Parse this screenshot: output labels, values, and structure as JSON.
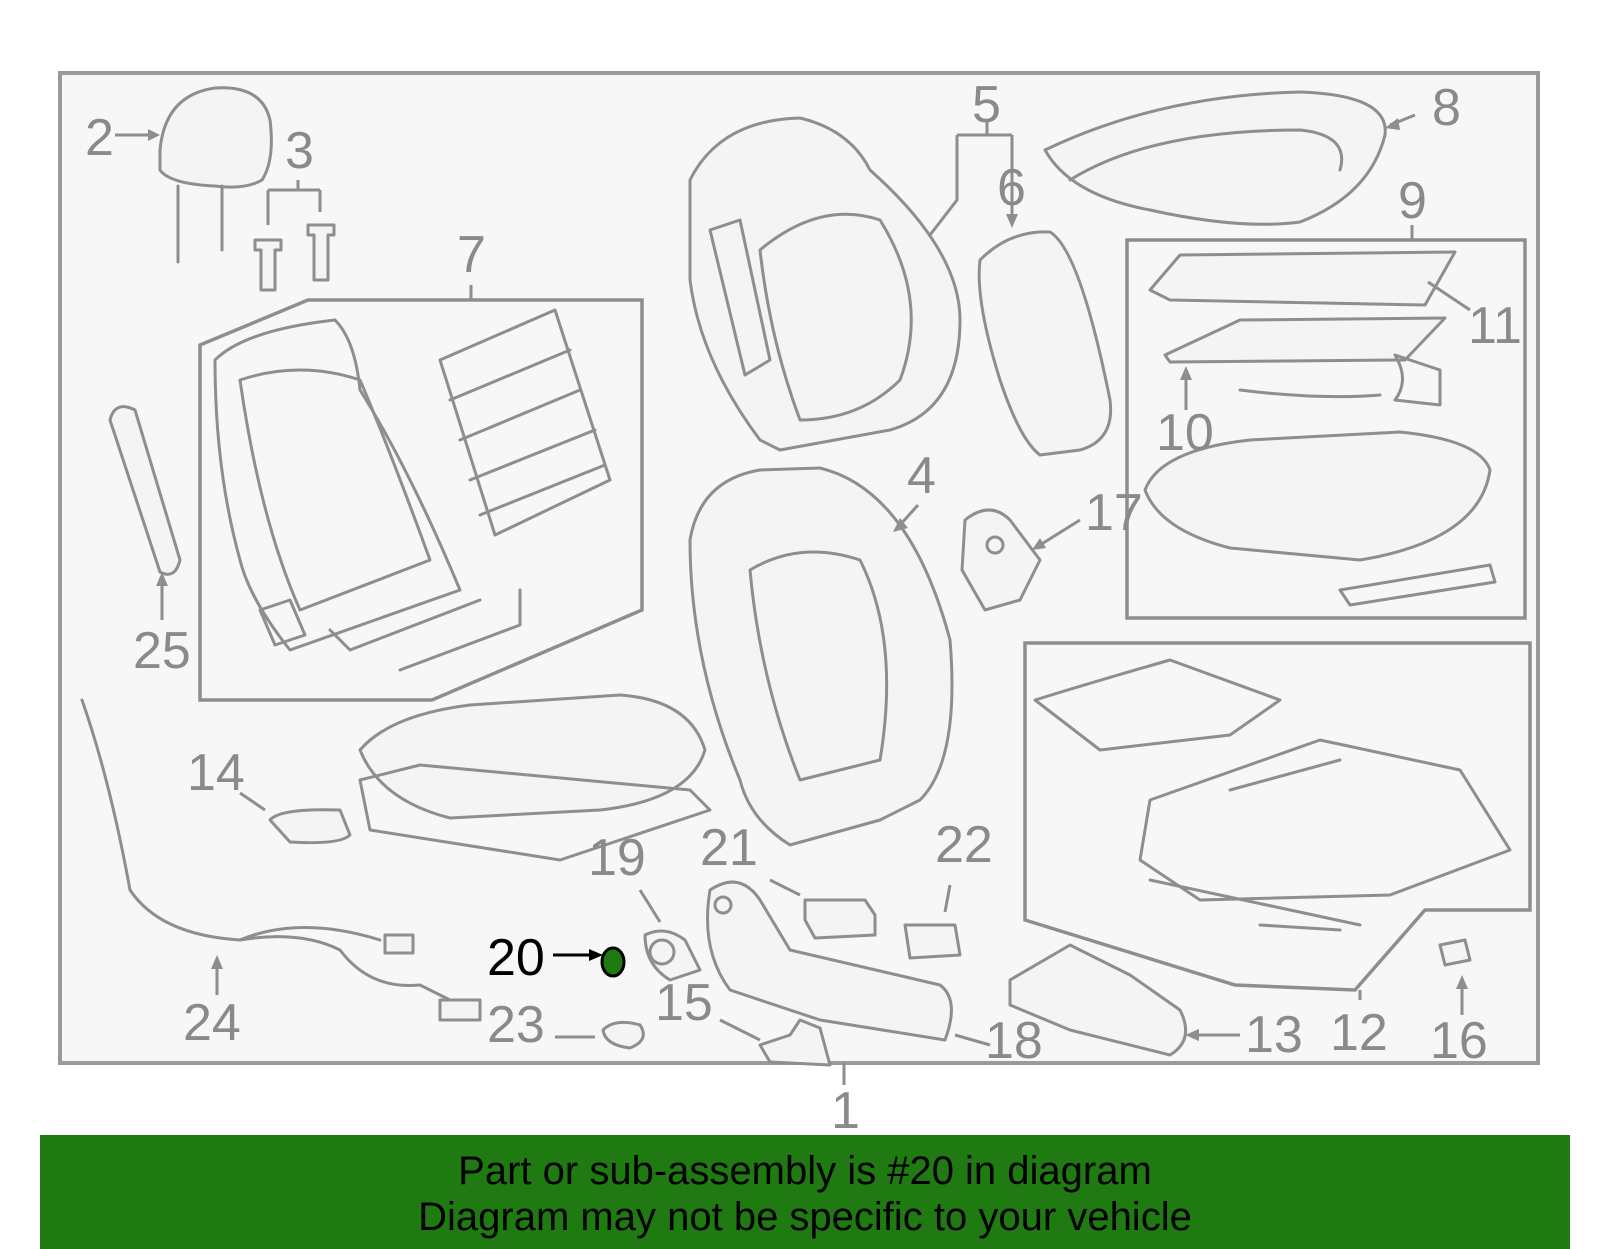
{
  "callouts": {
    "c1": "1",
    "c2": "2",
    "c3": "3",
    "c4": "4",
    "c5": "5",
    "c6": "6",
    "c7": "7",
    "c8": "8",
    "c9": "9",
    "c10": "10",
    "c11": "11",
    "c12": "12",
    "c13": "13",
    "c14": "14",
    "c15": "15",
    "c16": "16",
    "c17": "17",
    "c18": "18",
    "c19": "19",
    "c20": "20",
    "c21": "21",
    "c22": "22",
    "c23": "23",
    "c24": "24",
    "c25": "25"
  },
  "highlight": {
    "part_number": "20",
    "highlight_color": "#1f7a12"
  },
  "banner": {
    "line1": "Part or sub-assembly is #20 in diagram",
    "line2": "Diagram may not be specific to your vehicle",
    "background_color": "#1f7a12"
  },
  "colors": {
    "line_gray": "#8e8e8e",
    "frame_fill": "#f7f7f7"
  }
}
